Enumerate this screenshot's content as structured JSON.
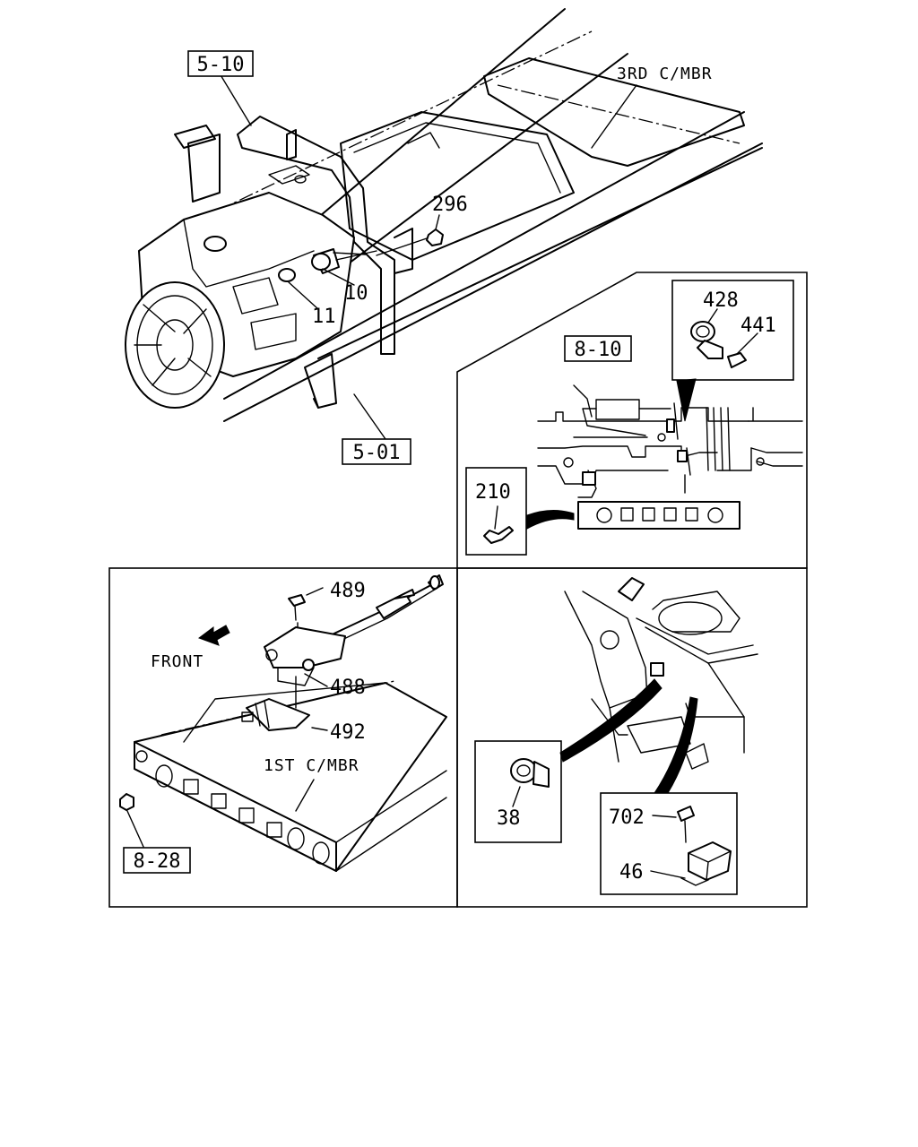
{
  "refs": {
    "top_fig": "5-10",
    "bottom_fig": "5-01",
    "right_fig": "8-10",
    "left_fig": "8-28"
  },
  "captions": {
    "third_cmbr": "3RD C/MBR",
    "first_cmbr": "1ST C/MBR",
    "front": "FRONT"
  },
  "parts": {
    "p296": "296",
    "p10": "10",
    "p11": "11",
    "p428": "428",
    "p441": "441",
    "p210": "210",
    "p489": "489",
    "p488": "488",
    "p492": "492",
    "p38": "38",
    "p702": "702",
    "p46": "46"
  }
}
